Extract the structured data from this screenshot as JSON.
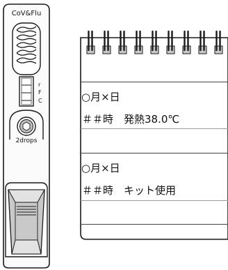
{
  "test_kit": {
    "brand_label": "CoV&Flu",
    "line_labels": [
      "r",
      "F",
      "C"
    ],
    "drops_label": "2drops"
  },
  "notepad": {
    "entries": [
      {
        "date": "○月×日",
        "note": "＃＃時　発熱38.0℃"
      },
      {
        "date": "○月×日",
        "note": "＃＃時　キット使用"
      }
    ]
  },
  "colors": {
    "outline": "#1a1a1a",
    "fill_light": "#f3f3f3",
    "window_grey": "#c9c9c9",
    "ring_grey": "#bdbdbd"
  }
}
